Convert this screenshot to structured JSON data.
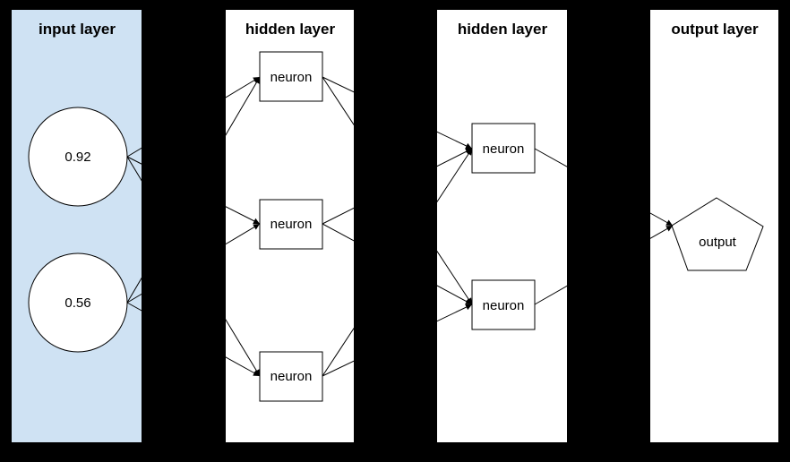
{
  "diagram": {
    "type": "neural-network",
    "background_color": "#000000",
    "node_fill": "#ffffff",
    "edge_color": "#000000",
    "layers": [
      {
        "title": "input layer",
        "panel_fill": "#cfe2f3",
        "nodes": [
          {
            "shape": "circle",
            "label": "0.92"
          },
          {
            "shape": "circle",
            "label": "0.56"
          }
        ]
      },
      {
        "title": "hidden layer",
        "panel_fill": "#ffffff",
        "nodes": [
          {
            "shape": "rectangle",
            "label": "neuron"
          },
          {
            "shape": "rectangle",
            "label": "neuron"
          },
          {
            "shape": "rectangle",
            "label": "neuron"
          }
        ]
      },
      {
        "title": "hidden layer",
        "panel_fill": "#ffffff",
        "nodes": [
          {
            "shape": "rectangle",
            "label": "neuron"
          },
          {
            "shape": "rectangle",
            "label": "neuron"
          }
        ]
      },
      {
        "title": "output layer",
        "panel_fill": "#ffffff",
        "nodes": [
          {
            "shape": "pentagon",
            "label": "output"
          }
        ]
      }
    ],
    "connections": [
      {
        "from": "input-1",
        "to": "hidden1-1"
      },
      {
        "from": "input-1",
        "to": "hidden1-2"
      },
      {
        "from": "input-1",
        "to": "hidden1-3"
      },
      {
        "from": "input-2",
        "to": "hidden1-1"
      },
      {
        "from": "input-2",
        "to": "hidden1-2"
      },
      {
        "from": "input-2",
        "to": "hidden1-3"
      },
      {
        "from": "hidden1-1",
        "to": "hidden2-1"
      },
      {
        "from": "hidden1-1",
        "to": "hidden2-2"
      },
      {
        "from": "hidden1-2",
        "to": "hidden2-1"
      },
      {
        "from": "hidden1-2",
        "to": "hidden2-2"
      },
      {
        "from": "hidden1-3",
        "to": "hidden2-1"
      },
      {
        "from": "hidden1-3",
        "to": "hidden2-2"
      },
      {
        "from": "hidden2-1",
        "to": "output-1"
      },
      {
        "from": "hidden2-2",
        "to": "output-1"
      }
    ]
  }
}
